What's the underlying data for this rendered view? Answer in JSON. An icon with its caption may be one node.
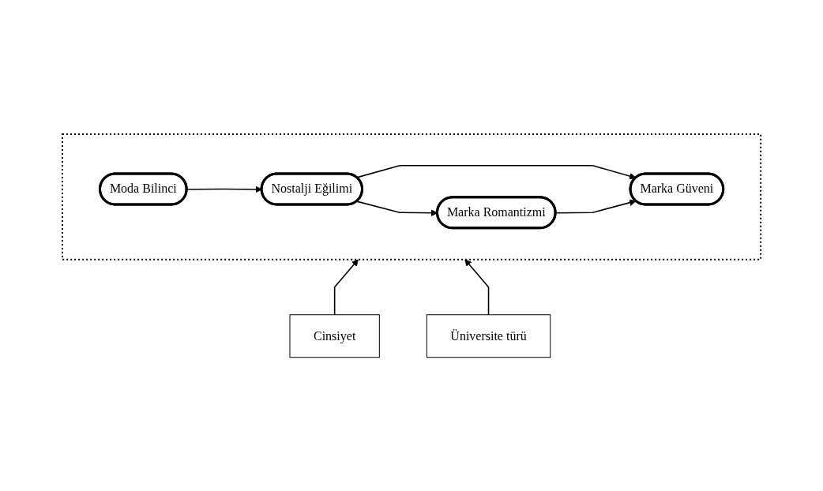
{
  "diagram": {
    "nodes": [
      {
        "text": [],
        "shape": "box"
      },
      {
        "text": [
          "Moda Bilinci"
        ],
        "in": 0
      },
      {
        "text": [
          "Nostalji Eğilimi"
        ],
        "in": 0
      },
      {
        "text": [
          "Marka Güveni"
        ],
        "in": 0
      },
      {
        "text": [
          "Marka Romantizmi"
        ],
        "in": 0
      },
      {
        "text": [
          "Cinsiyet"
        ]
      },
      {
        "text": [
          "Üniversite türü"
        ]
      }
    ],
    "edges": [
      {
        "from": 1,
        "to": 2,
        "arrow": "to"
      },
      {
        "from": 2,
        "to": 3,
        "arrow": "to"
      },
      {
        "from": 2,
        "to": 4,
        "arrow": "to"
      },
      {
        "from": 4,
        "to": 3,
        "arrow": "to"
      },
      {
        "from": 5,
        "to": 0,
        "arrow": "to"
      },
      {
        "from": 6,
        "to": 0,
        "arrow": "to"
      }
    ]
  }
}
